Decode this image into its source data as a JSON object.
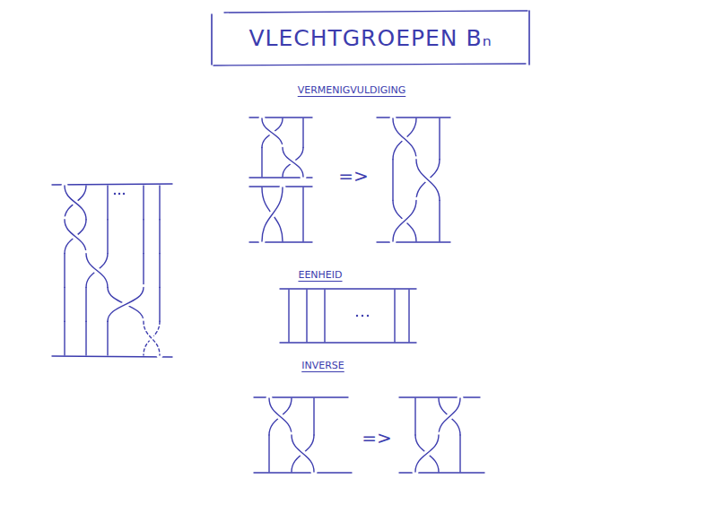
{
  "diagram": {
    "title": "VLECHTGROEPEN Bₙ",
    "labels": [
      "VERMENIGVULDIGING",
      "=>",
      "EENHEID",
      "INVERSE",
      "=>"
    ]
  }
}
